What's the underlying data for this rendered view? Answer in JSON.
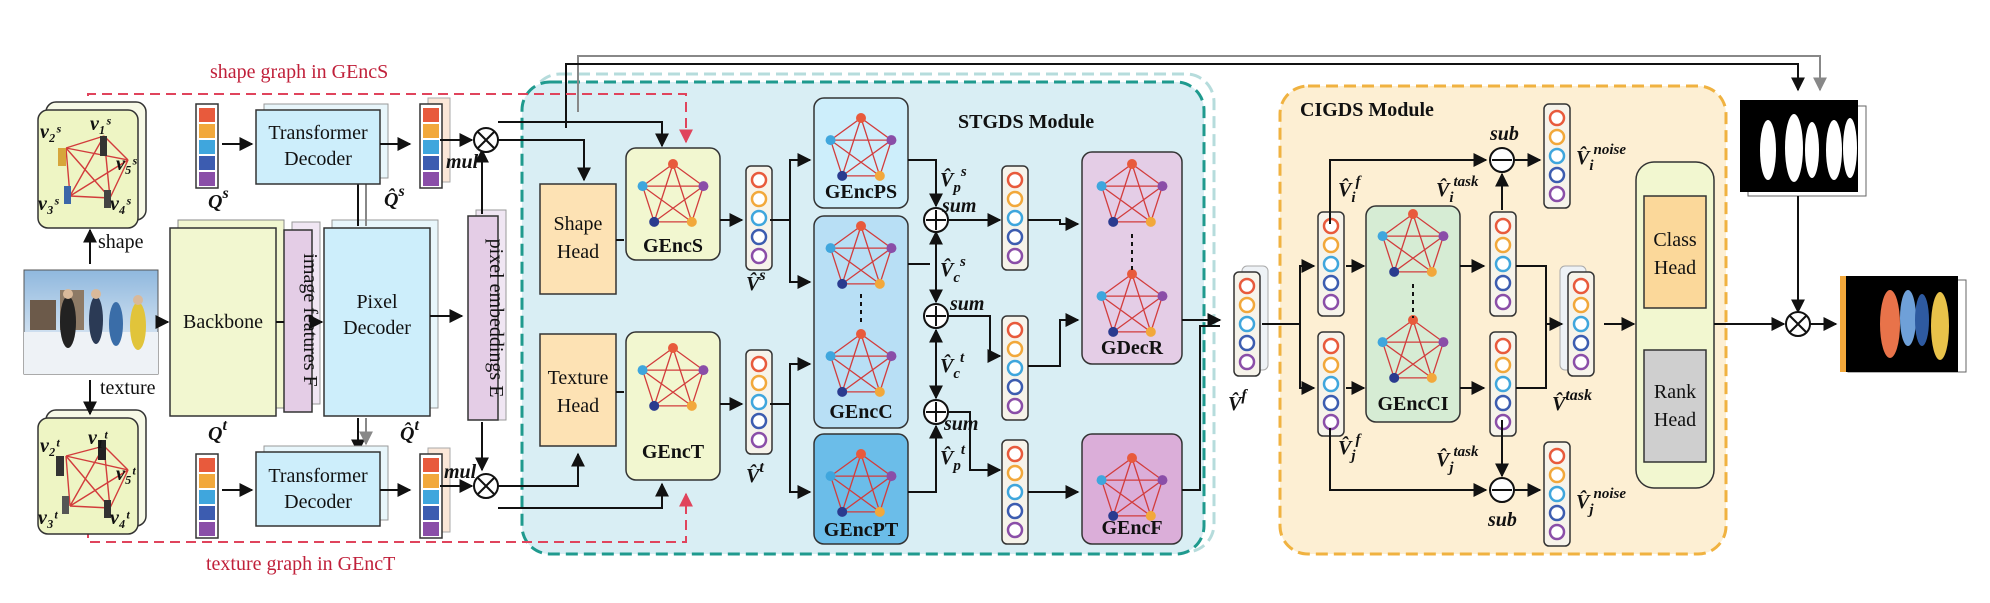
{
  "labels": {
    "shape_graph": "shape graph in GEncS",
    "texture_graph": "texture graph in GEncT",
    "shape": "shape",
    "texture": "texture",
    "backbone": "Backbone",
    "image_features": "image features F",
    "pixel_decoder_1": "Pixel",
    "pixel_decoder_2": "Decoder",
    "transformer_1": "Transformer",
    "transformer_2": "Decoder",
    "pixel_embeddings": "pixel embeddings E",
    "q_s": "Q",
    "q_s_sup": "s",
    "q_t": "Q",
    "q_t_sup": "t",
    "qhat_s": "Q̂",
    "qhat_s_sup": "s",
    "qhat_t": "Q̂",
    "qhat_t_sup": "t",
    "mul": "mul",
    "shape_head_1": "Shape",
    "shape_head_2": "Head",
    "texture_head_1": "Texture",
    "texture_head_2": "Head",
    "gencs": "GEncS",
    "genct": "GEncT",
    "gencps": "GEncPS",
    "gencc": "GEncC",
    "gencpt": "GEncPT",
    "gdecr": "GDecR",
    "gencf": "GEncF",
    "gencci": "GEncCI",
    "stgds": "STGDS Module",
    "cigds": "CIGDS Module",
    "sum": "sum",
    "sub": "sub",
    "v_s": "V̂",
    "v_s_sup": "s",
    "v_t": "V̂",
    "v_t_sup": "t",
    "vp_s": "V̂",
    "vp_s_sub": "p",
    "vp_s_sup": "s",
    "vc_s": "V̂",
    "vc_s_sub": "c",
    "vc_s_sup": "s",
    "vc_t": "V̂",
    "vc_t_sub": "c",
    "vc_t_sup": "t",
    "vp_t": "V̂",
    "vp_t_sub": "p",
    "vp_t_sup": "t",
    "v_f": "V̂",
    "v_f_sup": "f",
    "vi_f": "V̂",
    "vi_f_sub": "i",
    "vi_f_sup": "f",
    "vj_f": "V̂",
    "vj_f_sub": "j",
    "vj_f_sup": "f",
    "vi_task": "V̂",
    "vi_task_sub": "i",
    "vi_task_sup": "task",
    "vj_task": "V̂",
    "vj_task_sub": "j",
    "vj_task_sup": "task",
    "vi_noise": "V̂",
    "vi_noise_sub": "i",
    "vi_noise_sup": "noise",
    "vj_noise": "V̂",
    "vj_noise_sub": "j",
    "vj_noise_sup": "noise",
    "v_task": "V̂",
    "v_task_sup": "task",
    "class_head_1": "Class",
    "class_head_2": "Head",
    "rank_head_1": "Rank",
    "rank_head_2": "Head",
    "graph_s": [
      "v₂ˢ",
      "v₁ˢ",
      "v₅ˢ",
      "v₃ˢ",
      "v₄ˢ"
    ],
    "graph_t": [
      "v₂ᵗ",
      "v₁ᵗ",
      "v₅ᵗ",
      "v₃ᵗ",
      "v₄ᵗ"
    ]
  },
  "colors": {
    "stgds_bg": "#d9eef4",
    "stgds_border": "#1f9a8e",
    "cigds_bg": "#fdefd3",
    "cigds_border": "#f0b240",
    "cyan_box": "#cdeefb",
    "yellow_box": "#f2f7d0",
    "head_box": "#fde2b4",
    "purple_box": "#e4cde6",
    "gencci_box": "#d6ecd4",
    "class_head": "#fbd89a",
    "rank_head": "#cfcfcf",
    "red_dash": "#e0445c",
    "token_colors": [
      "#e85a3c",
      "#f2a83b",
      "#3fa6dd",
      "#3c5cb0",
      "#8a4ea8"
    ]
  }
}
